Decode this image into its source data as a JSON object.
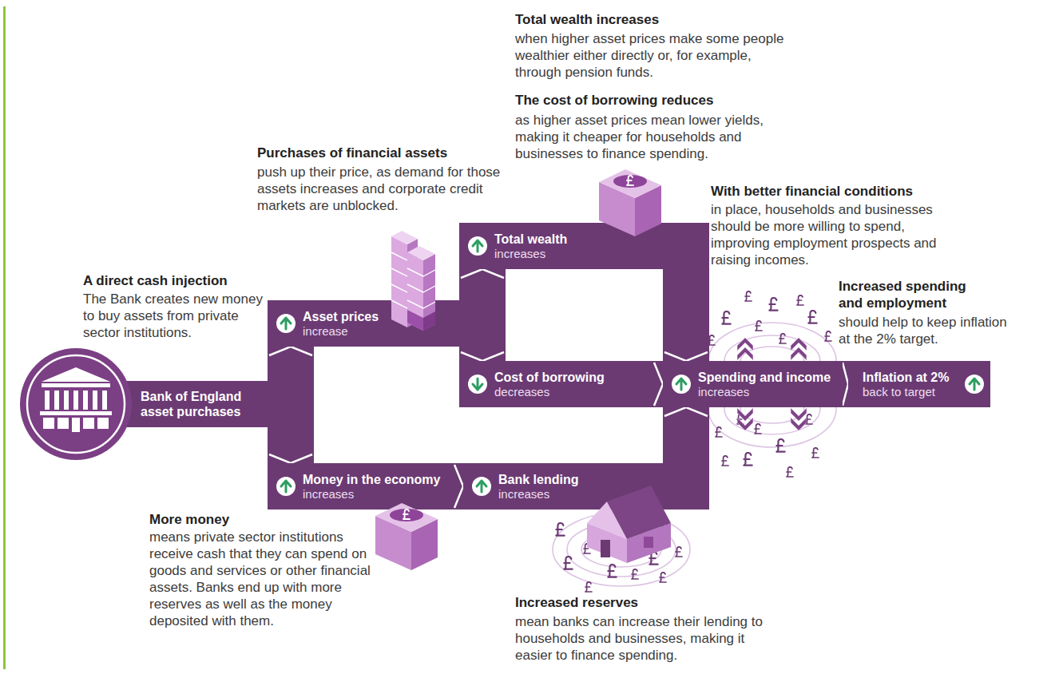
{
  "diagram": {
    "nodes": [
      {
        "text": [
          "Bank of England asset purchases"
        ]
      },
      {
        "text": [
          "Asset prices",
          "increase"
        ]
      },
      {
        "text": [
          "Total wealth",
          "increases"
        ]
      },
      {
        "text": [
          "Cost of borrowing",
          "decreases"
        ]
      },
      {
        "text": [
          "Money in the economy",
          "increases"
        ]
      },
      {
        "text": [
          "Bank lending",
          "increases"
        ]
      },
      {
        "text": [
          "Spending and income",
          "increases"
        ]
      },
      {
        "text": [
          "Inflation at 2%",
          "back to target"
        ]
      }
    ],
    "edges": [
      {
        "from": 0,
        "to": 1,
        "arrow": "to"
      },
      {
        "from": 0,
        "to": 4,
        "arrow": "to"
      },
      {
        "from": 1,
        "to": 2,
        "arrow": "to"
      },
      {
        "from": 1,
        "to": 3,
        "arrow": "to"
      },
      {
        "from": 2,
        "to": 6,
        "arrow": "to"
      },
      {
        "from": 3,
        "to": 6,
        "arrow": "to"
      },
      {
        "from": 4,
        "to": 5,
        "arrow": "to"
      },
      {
        "from": 5,
        "to": 6,
        "arrow": "to"
      },
      {
        "from": 6,
        "to": 7,
        "arrow": "to"
      }
    ],
    "labels": [
      "A direct cash injection",
      "The Bank creates new money to buy assets from private sector institutions.",
      "Purchases of financial assets",
      "push up their price, as demand for those assets increases and corporate credit markets are unblocked.",
      "Total wealth increases",
      "when higher asset prices make some people wealthier either directly or, for example, through pension funds.",
      "The cost of borrowing reduces",
      "as higher asset prices mean lower yields, making it cheaper for households and businesses to finance spending.",
      "With better financial conditions",
      "in place, households and businesses should be more willing to spend, improving employment prospects and raising incomes.",
      "Increased spending and employment",
      "should help to keep inflation at the 2% target.",
      "More money",
      "means private sector institutions receive cash that they can spend on goods and services or other financial assets. Banks end up with more reserves as well as the money deposited with them.",
      "Increased reserves",
      "mean banks can increase their lending to households and businesses, making it easier to finance spending."
    ]
  }
}
